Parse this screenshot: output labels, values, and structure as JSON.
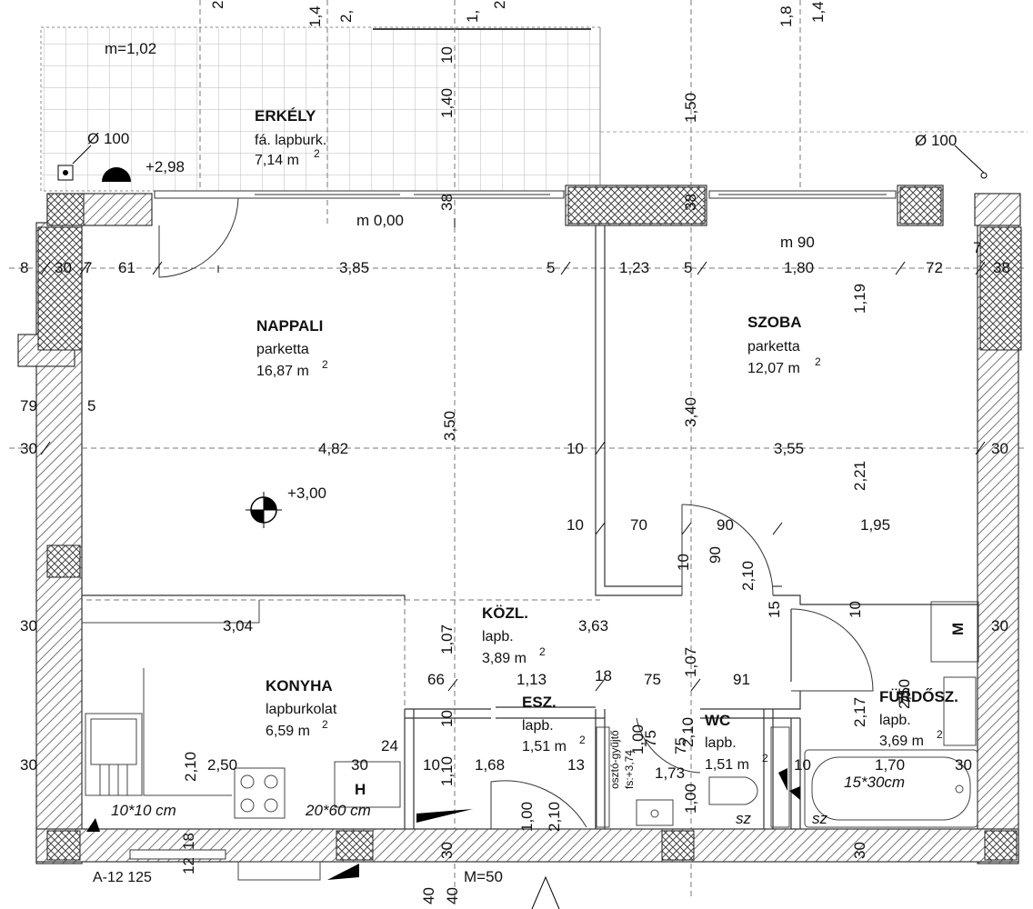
{
  "rooms": {
    "erkely": {
      "name": "ERKÉLY",
      "floor": "fá. lapburk.",
      "area": "7,14 m",
      "unit": "2"
    },
    "nappali": {
      "name": "NAPPALI",
      "floor": "parketta",
      "area": "16,87 m",
      "unit": "2"
    },
    "szoba": {
      "name": "SZOBA",
      "floor": "parketta",
      "area": "12,07 m",
      "unit": "2"
    },
    "kozl": {
      "name": "KÖZL.",
      "floor": "lapb.",
      "area": "3,89 m",
      "unit": "2"
    },
    "konyha": {
      "name": "KONYHA",
      "floor": "lapburkolat",
      "area": "6,59 m",
      "unit": "2"
    },
    "esz": {
      "name": "ESZ.",
      "floor": "lapb.",
      "area": "1,51 m",
      "unit": "2"
    },
    "wc": {
      "name": "WC",
      "floor": "lapb.",
      "area": "1,51 m",
      "unit": "2"
    },
    "furdo": {
      "name": "FÜRDŐSZ.",
      "floor": "lapb.",
      "area": "3,69 m",
      "unit": "2"
    }
  },
  "levels": {
    "balcony_slope": "m=1,02",
    "balcony_level": "+2,98",
    "door_height": "m 0,00",
    "room_level": "+3,00",
    "szoba_sill": "m 90",
    "entrance": "M=50"
  },
  "pipes": {
    "left": "Ø 100",
    "right": "Ø 100"
  },
  "row_top": [
    "8",
    "30",
    "7",
    "61",
    "3,85",
    "5",
    "1,23",
    "5",
    "1,80",
    "72",
    "38",
    "7"
  ],
  "row_mid": [
    "30",
    "4,82",
    "10",
    "3,55",
    "30"
  ],
  "row_left": [
    "79",
    "5"
  ],
  "row_door": [
    "10",
    "70",
    "90",
    "1,95"
  ],
  "row_kozl": [
    "30",
    "3,04",
    "3,63",
    "30"
  ],
  "row_kozl2": [
    "66",
    "1,13",
    "18",
    "75",
    "91"
  ],
  "row_bottom": [
    "30",
    "2,50",
    "30",
    "24",
    "10",
    "1,68",
    "13",
    "1,73",
    "10",
    "1,70",
    "30"
  ],
  "verticals": [
    "2",
    "1,4",
    "2,",
    "1,",
    "2",
    "1,8",
    "1,4",
    "10",
    "1,40",
    "38",
    "1,50",
    "38",
    "1,19",
    "3,50",
    "3,40",
    "2,21",
    "90",
    "10",
    "2,10",
    "15",
    "10",
    "75",
    "2,10",
    "1,07",
    "1,07",
    "2,17",
    "10",
    "1,00",
    "75",
    "2,10",
    "1,10",
    "1,00",
    "2,10",
    "1,00",
    "18",
    "12",
    "30",
    "40",
    "40",
    "30"
  ],
  "fixtures": {
    "washer": "M",
    "hood": "H",
    "tile_kitchen": "20*60 cm",
    "tile_bath": "15*30cm",
    "tile_corner": "10*10 cm",
    "heater": "A-12 125",
    "sz1": "sz",
    "sz2": "sz",
    "riser1": "osztó-gyűjtő",
    "riser2": "fs:+3,74",
    "dim_75": "75",
    "dim_210": "2,10"
  }
}
